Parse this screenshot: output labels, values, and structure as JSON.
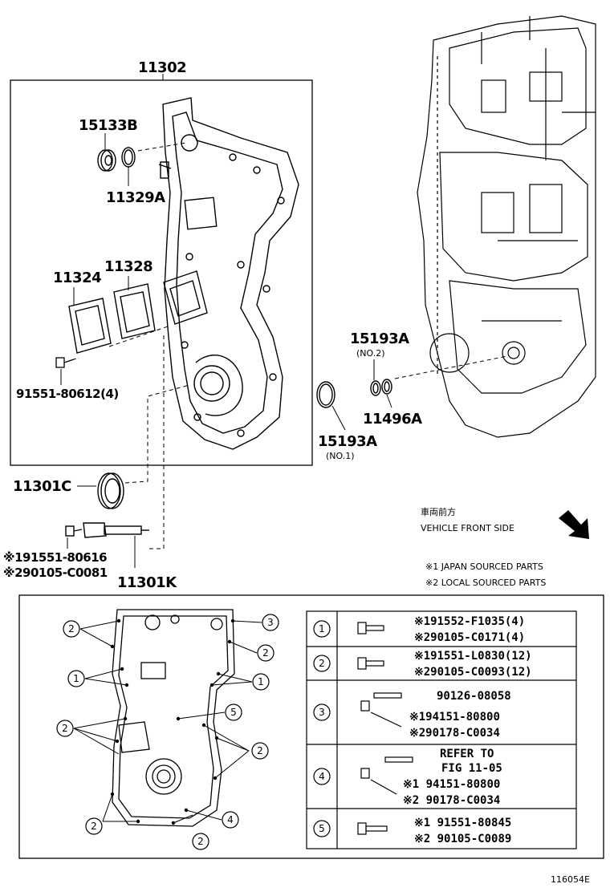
{
  "parts": {
    "cover_assembly": "11302",
    "p15133B": "15133B",
    "p11329A": "11329A",
    "p11324": "11324",
    "p11328": "11328",
    "bolt_91551": "91551-80612(4)",
    "p15193A_no2": "15193A",
    "no2": "(NO.2)",
    "p11496A": "11496A",
    "p15193A_no1": "15193A",
    "no1": "(NO.1)",
    "p11301C": "11301C",
    "p11301K": "11301K",
    "opt1_line1": "※191551-80616",
    "opt2_line1": "※290105-C0081"
  },
  "direction": {
    "jp": "車両前方",
    "en": "VEHICLE FRONT SIDE"
  },
  "legend": {
    "note1": "※1 JAPAN SOURCED PARTS",
    "note2": "※2 LOCAL SOURCED PARTS"
  },
  "bolt_table": [
    {
      "num": "1",
      "lines": [
        "※191552-F1035(4)",
        "※290105-C0171(4)"
      ]
    },
    {
      "num": "2",
      "lines": [
        "※191551-L0830(12)",
        "※290105-C0093(12)"
      ]
    },
    {
      "num": "3",
      "lines": [
        "90126-08058",
        "※194151-80800",
        "※290178-C0034"
      ]
    },
    {
      "num": "4",
      "lines": [
        "REFER TO",
        "FIG 11-05",
        "※1 94151-80800",
        "※2 90178-C0034"
      ]
    },
    {
      "num": "5",
      "lines": [
        "※1 91551-80845",
        "※2 90105-C0089"
      ]
    }
  ],
  "callouts": {
    "c2": "2",
    "c3": "3",
    "c1": "1",
    "c5": "5",
    "c4": "4"
  },
  "figure_id": "116054E"
}
